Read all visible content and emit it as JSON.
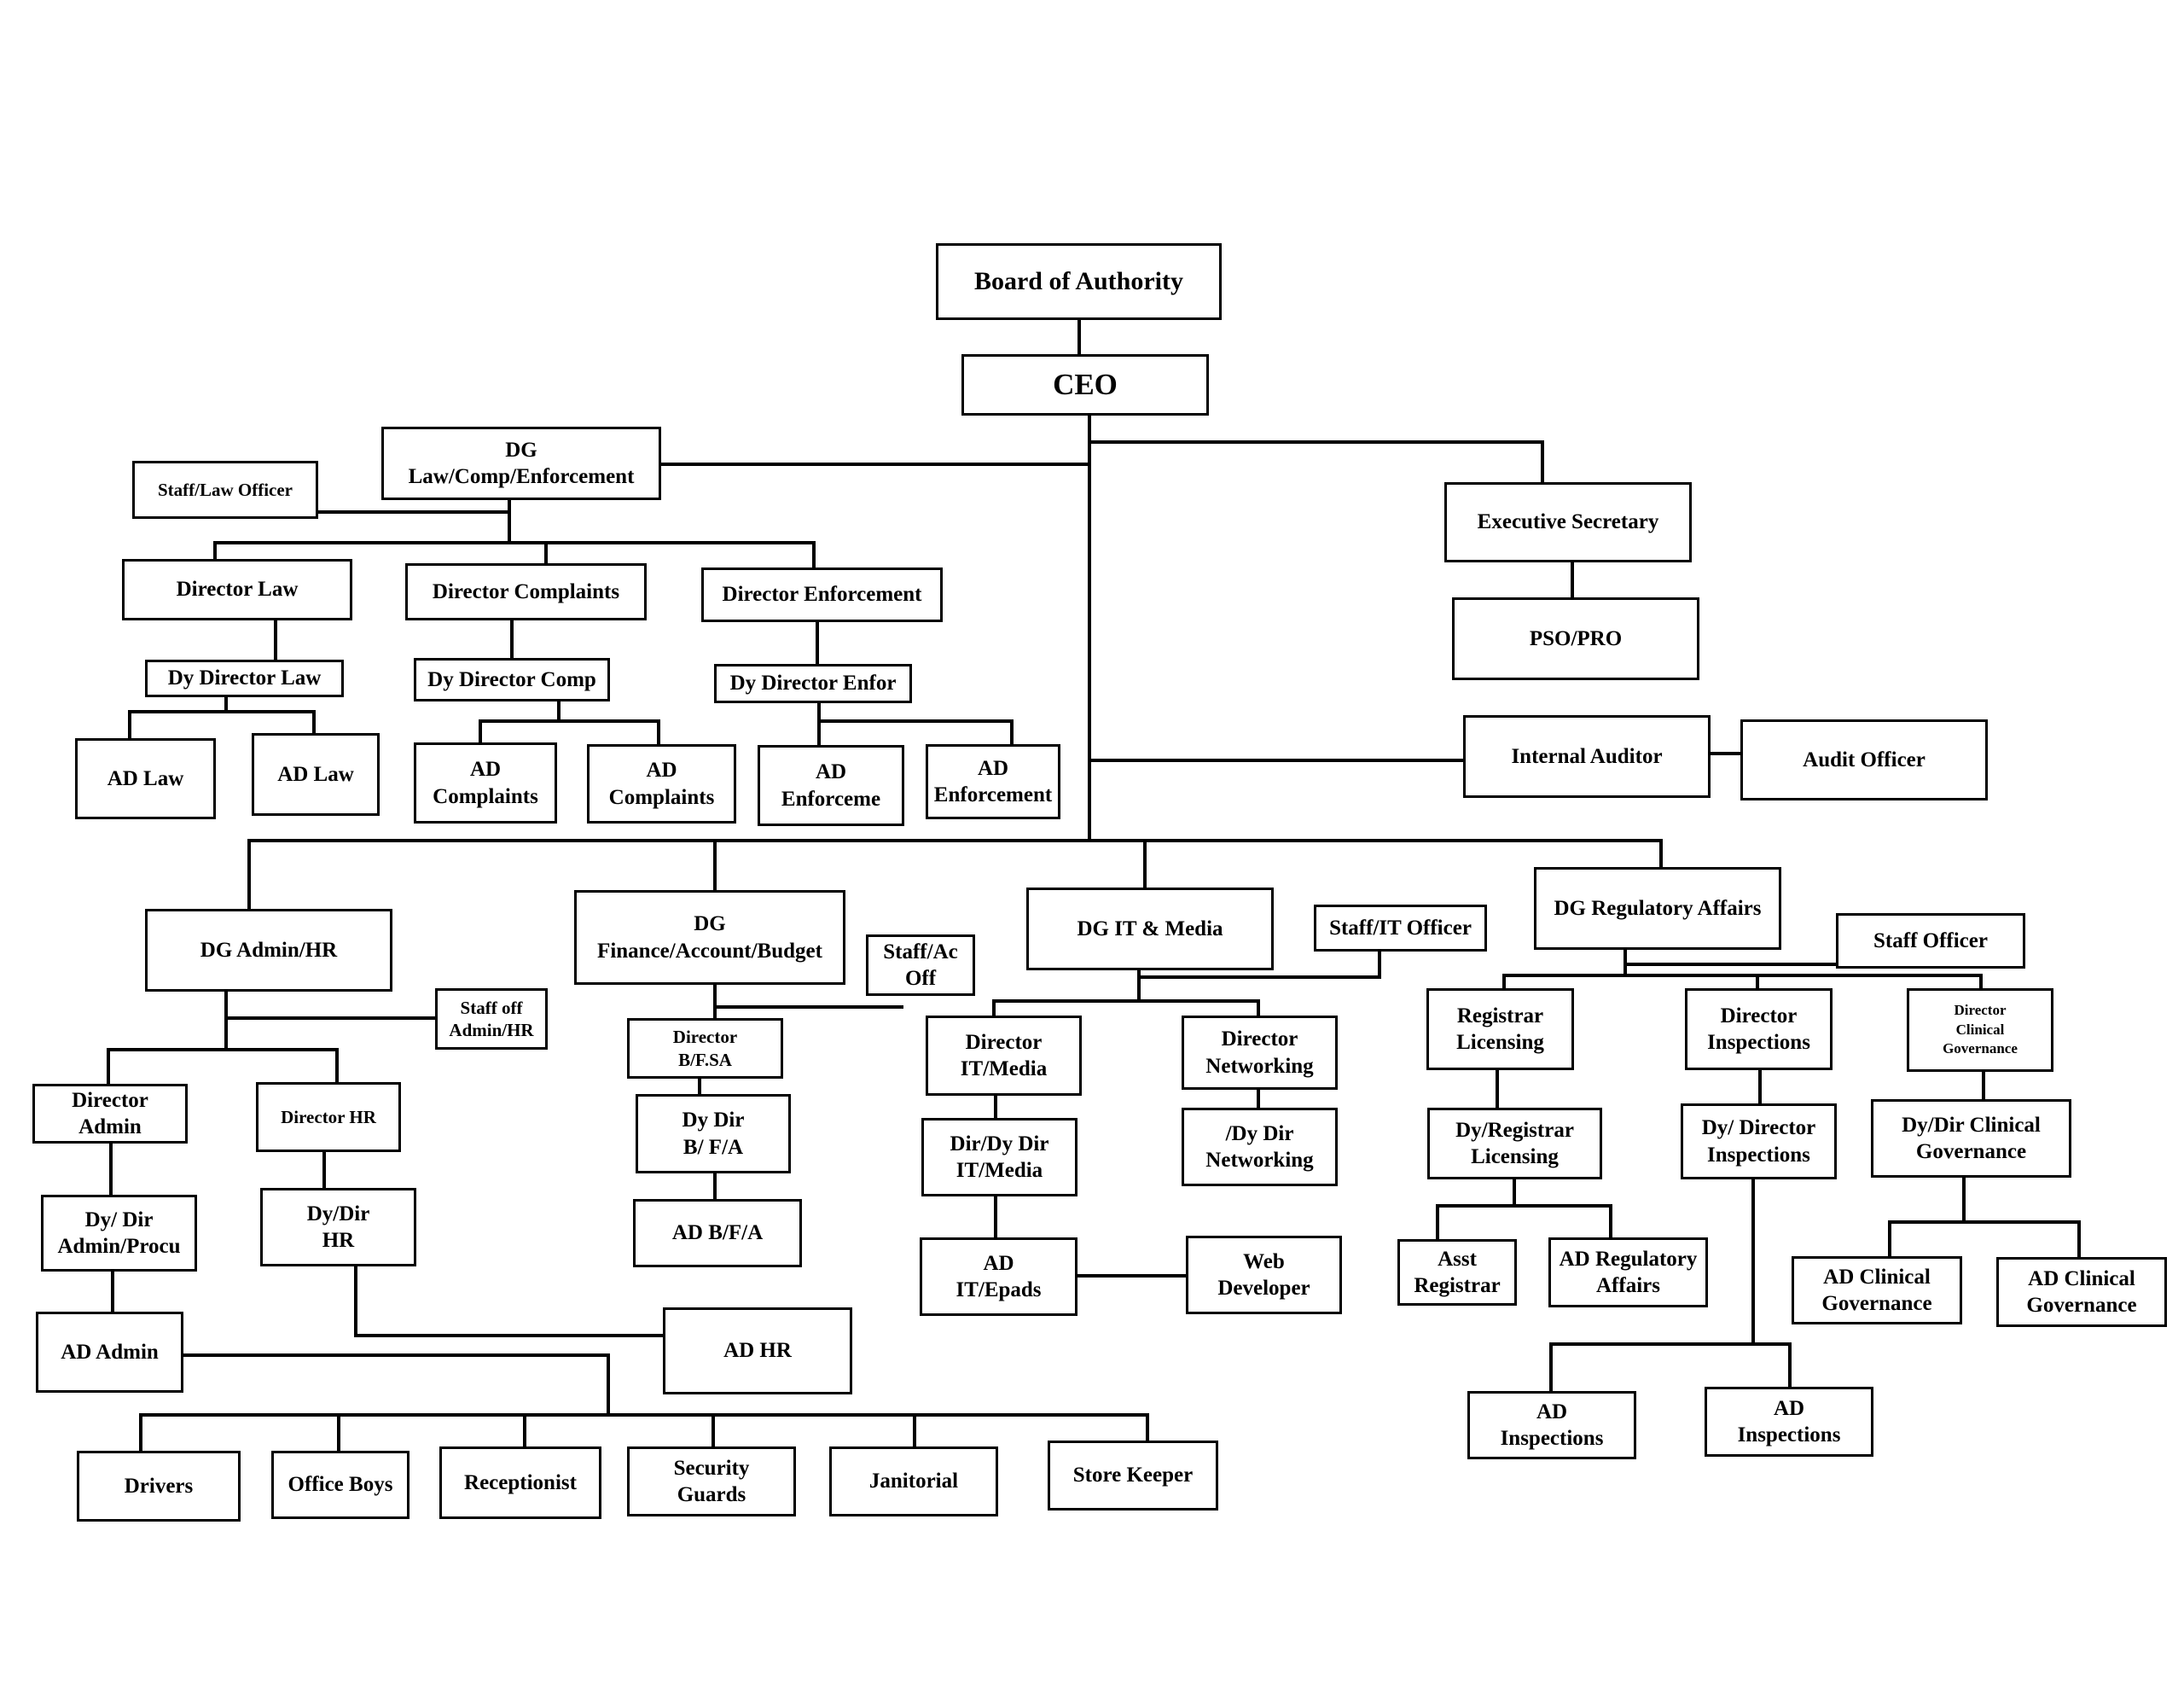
{
  "nodes": {
    "board": "Board of Authority",
    "ceo": "CEO",
    "dg_law": "DG\nLaw/Comp/Enforcement",
    "staff_law": "Staff/Law Officer",
    "director_law": "Director  Law",
    "director_complaints": "Director Complaints",
    "director_enforcement": "Director Enforcement",
    "dy_director_law": "Dy Director Law",
    "dy_director_comp": "Dy Director Comp",
    "dy_director_enfor": "Dy Director Enfor",
    "ad_law_1": "AD Law",
    "ad_law_2": "AD Law",
    "ad_complaints_1": "AD\nComplaints",
    "ad_complaints_2": "AD\nComplaints",
    "ad_enforceme": "AD\nEnforceme",
    "ad_enforcement": "AD\nEnforcement",
    "exec_secretary": "Executive Secretary",
    "pso_pro": "PSO/PRO",
    "internal_auditor": "Internal Auditor",
    "audit_officer": "Audit Officer",
    "dg_admin": "DG Admin/HR",
    "staff_admin": "Staff off\nAdmin/HR",
    "director_admin": "Director\nAdmin",
    "director_hr": "Director  HR",
    "dy_dir_admin": "Dy/ Dir\nAdmin/Procu",
    "dy_dir_hr": "Dy/Dir\nHR",
    "ad_admin": "AD Admin",
    "ad_hr": "AD HR",
    "drivers": "Drivers",
    "office_boys": "Office Boys",
    "receptionist": "Receptionist",
    "security_guards": "Security\nGuards",
    "janitorial": "Janitorial",
    "store_keeper": "Store Keeper",
    "dg_finance": "DG\nFinance/Account/Budget",
    "staff_ac": "Staff/Ac\nOff",
    "director_bfsa": "Director\nB/F.SA",
    "dy_dir_bfa": "Dy Dir\nB/ F/A",
    "ad_bfa": "AD B/F/A",
    "dg_it": "DG IT & Media",
    "staff_it": "Staff/IT Officer",
    "director_it": "Director\nIT/Media",
    "director_networking": "Director\nNetworking",
    "dir_dy_it": "Dir/Dy Dir\nIT/Media",
    "dy_dir_networking": "/Dy Dir\nNetworking",
    "ad_it_epads": "AD\nIT/Epads",
    "web_developer": "Web\nDeveloper",
    "dg_regulatory": "DG Regulatory Affairs",
    "staff_officer": "Staff Officer",
    "registrar_licensing": "Registrar\nLicensing",
    "director_inspections": "Director\nInspections",
    "director_clinical": "Director\nClinical\nGovernance",
    "dy_registrar": "Dy/Registrar\nLicensing",
    "dy_director_insp": "Dy/ Director\nInspections",
    "dy_dir_clinical": "Dy/Dir Clinical\nGovernance",
    "asst_registrar": "Asst\nRegistrar",
    "ad_regulatory": "AD Regulatory\nAffairs",
    "ad_inspections_1": "AD\nInspections",
    "ad_inspections_2": "AD\nInspections",
    "ad_clinical_1": "AD Clinical\nGovernance",
    "ad_clinical_2": "AD Clinical\nGovernance"
  }
}
